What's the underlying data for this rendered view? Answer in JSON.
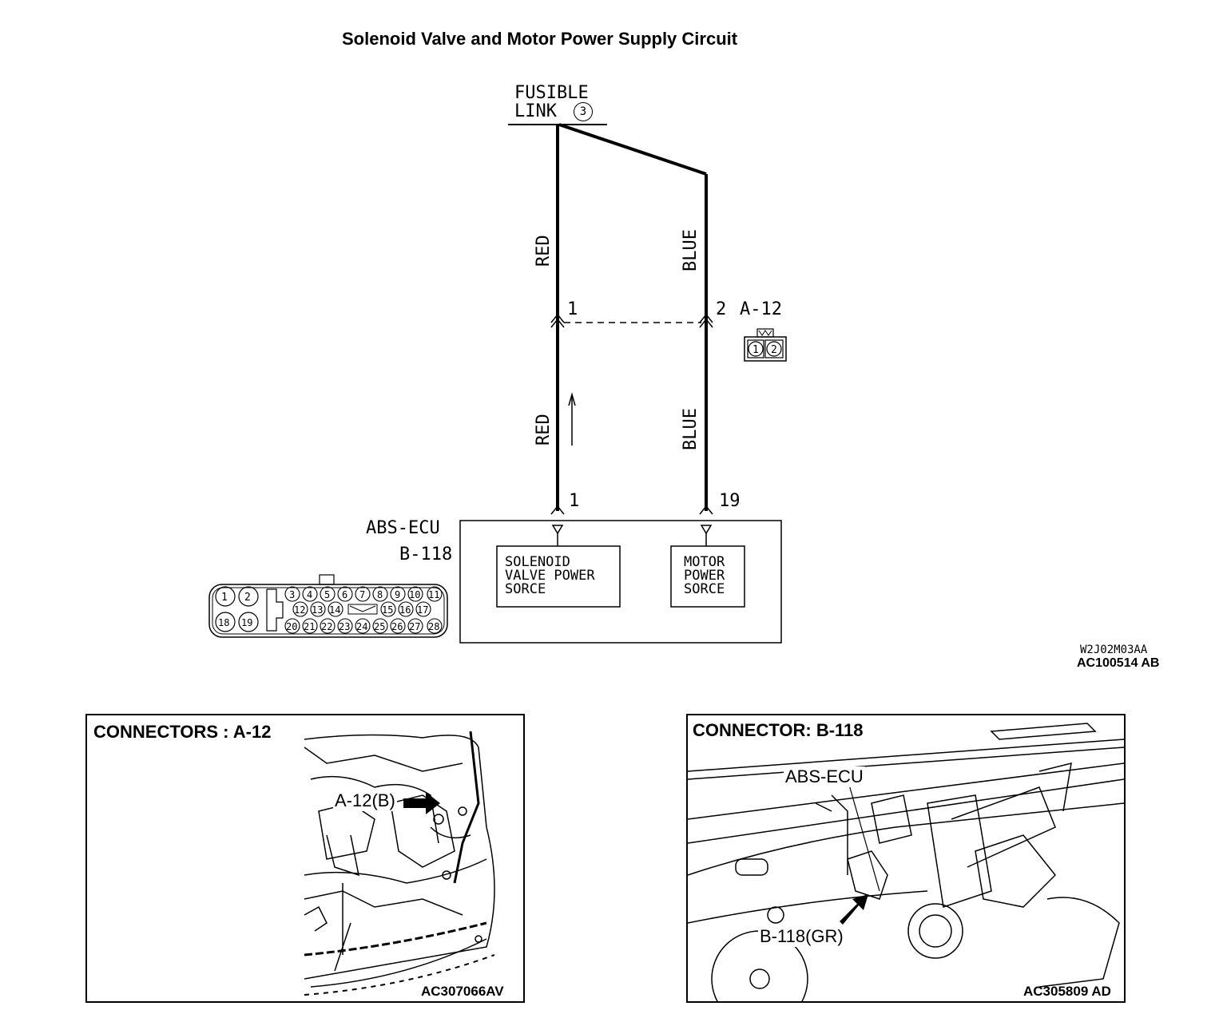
{
  "title": "Solenoid Valve and Motor Power Supply Circuit",
  "fusible_link": {
    "line1": "FUSIBLE",
    "line2": "LINK",
    "number": "3"
  },
  "wires": {
    "red_upper": "RED",
    "blue_upper": "BLUE",
    "red_lower": "RED",
    "blue_lower": "BLUE"
  },
  "connector_a12": {
    "label": "A-12",
    "pin_left": "1",
    "pin_right": "2",
    "icon_pins": [
      "1",
      "2"
    ]
  },
  "ecu": {
    "name": "ABS-ECU",
    "connector": "B-118",
    "pin_solenoid": "1",
    "pin_motor": "19",
    "solenoid_box": [
      "SOLENOID",
      "VALVE POWER",
      "SORCE"
    ],
    "motor_box": [
      "MOTOR",
      "POWER",
      "SORCE"
    ]
  },
  "b118_pins": {
    "left_top": [
      "1",
      "2"
    ],
    "left_bottom": [
      "18",
      "19"
    ],
    "row1": [
      "3",
      "4",
      "5",
      "6",
      "7",
      "8",
      "9",
      "10",
      "11"
    ],
    "row2": [
      "12",
      "13",
      "14",
      "15",
      "16",
      "17"
    ],
    "row3": [
      "20",
      "21",
      "22",
      "23",
      "24",
      "25",
      "26",
      "27",
      "28"
    ]
  },
  "figure_codes": {
    "code1": "W2J02M03AA",
    "code2": "AC100514 AB"
  },
  "panel_left": {
    "title": "CONNECTORS : A-12",
    "callout": "A-12(B)",
    "code": "AC307066AV"
  },
  "panel_right": {
    "title": "CONNECTOR: B-118",
    "callout_top": "ABS-ECU",
    "callout_bottom": "B-118(GR)",
    "code": "AC305809 AD"
  }
}
